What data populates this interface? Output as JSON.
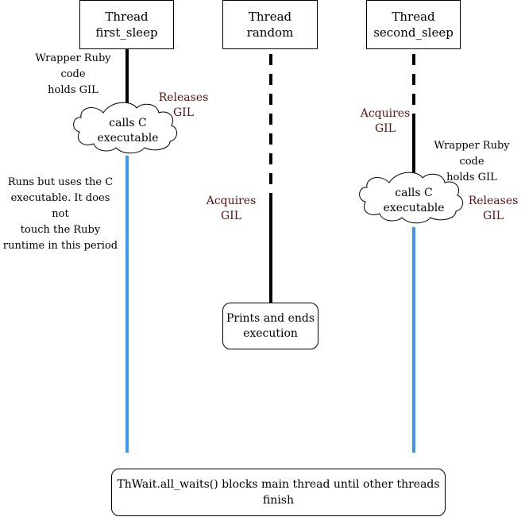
{
  "threads": [
    {
      "id": "first_sleep",
      "title_line1": "Thread",
      "title_line2": "first_sleep"
    },
    {
      "id": "random",
      "title_line1": "Thread",
      "title_line2": "random"
    },
    {
      "id": "second_sleep",
      "title_line1": "Thread",
      "title_line2": "second_sleep"
    }
  ],
  "clouds": [
    {
      "line1": "calls C",
      "line2": "executable"
    },
    {
      "line1": "calls C",
      "line2": "executable"
    }
  ],
  "notes": {
    "wrapper_left_line1": "Wrapper Ruby code",
    "wrapper_left_line2": "holds GIL",
    "wrapper_right_line1": "Wrapper Ruby code",
    "wrapper_right_line2": "holds GIL",
    "runs_line1": "Runs but uses the C",
    "runs_line2": "executable. It does not",
    "runs_line3": "touch the Ruby",
    "runs_line4": "runtime in this period"
  },
  "gil_labels": {
    "releases_left_line1": "Releases",
    "releases_left_line2": "GIL",
    "acquires_mid_line1": "Acquires",
    "acquires_mid_line2": "GIL",
    "acquires_right_line1": "Acquires",
    "acquires_right_line2": "GIL",
    "releases_right_line1": "Releases",
    "releases_right_line2": "GIL"
  },
  "prints_box": {
    "line1": "Prints and ends",
    "line2": "execution"
  },
  "bottom_box": {
    "text": "ThWait.all_waits() blocks main thread until other threads finish"
  },
  "colors": {
    "gil_line": "#000000",
    "c_exec_line": "#3d99ef",
    "gil_text": "#5a1010"
  }
}
